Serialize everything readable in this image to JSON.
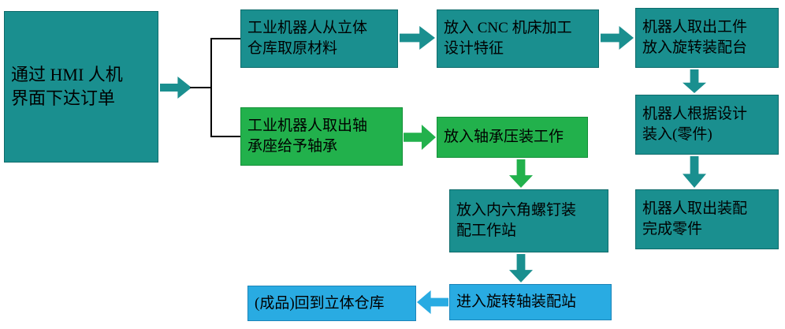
{
  "diagram_title": "HMI order to assembly process flowchart",
  "colors": {
    "teal": "#1a8f8f",
    "green": "#22b14c",
    "blue": "#29abe2",
    "text": "#000000",
    "connector": "#000000"
  },
  "flow": {
    "order": {
      "label": "通过 HMI 人机\n界面下达订单"
    },
    "pick_raw": {
      "label": "工业机器人从立体\n仓库取原材料"
    },
    "cnc": {
      "label": "放入 CNC 机床加工\n设计特征"
    },
    "pick_part": {
      "label": "机器人取出工件\n放入旋转装配台"
    },
    "assemble": {
      "label": "机器人根据设计\n装入(零件)"
    },
    "pick_done": {
      "label": "机器人取出装配\n完成零件"
    },
    "bearing_seat": {
      "label": "工业机器人取出轴\n承座给予轴承"
    },
    "bearing_press": {
      "label": "放入轴承压装工作"
    },
    "hex_screw": {
      "label": "放入内六角螺钉装\n配工作站"
    },
    "rotary": {
      "label": "进入旋转轴装配站"
    },
    "warehouse": {
      "label": "(成品)回到立体仓库"
    }
  }
}
